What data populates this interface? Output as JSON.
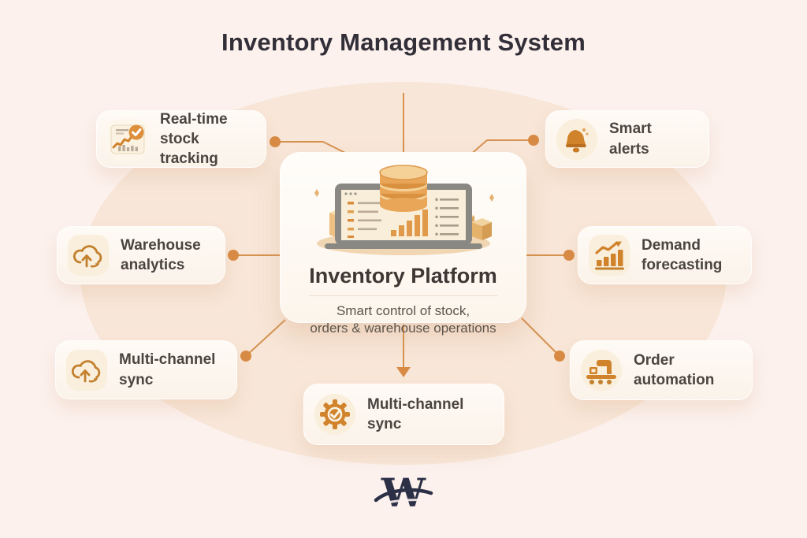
{
  "title": "Inventory Management System",
  "center": {
    "title": "Inventory Platform",
    "subtitle_line1": "Smart control of stock,",
    "subtitle_line2": "orders & warehouse operations",
    "illustration": "laptop-with-database-and-boxes"
  },
  "features": [
    {
      "id": "real-time-stock-tracking",
      "line1": "Real-time",
      "line2": "stock tracking",
      "icon": "line-chart-check-icon"
    },
    {
      "id": "smart-alerts",
      "line1": "Smart",
      "line2": "alerts",
      "icon": "bell-icon"
    },
    {
      "id": "warehouse-analytics",
      "line1": "Warehouse",
      "line2": "analytics",
      "icon": "cloud-upload-icon"
    },
    {
      "id": "demand-forecasting",
      "line1": "Demand",
      "line2": "forecasting",
      "icon": "bar-chart-arrow-icon"
    },
    {
      "id": "multi-channel-sync-left",
      "line1": "Multi-channel",
      "line2": "sync",
      "icon": "cloud-upload-icon"
    },
    {
      "id": "order-automation",
      "line1": "Order",
      "line2": "automation",
      "icon": "forklift-icon"
    },
    {
      "id": "multi-channel-sync-bottom",
      "line1": "Multi-channel sync",
      "line2": "",
      "icon": "gear-check-icon"
    }
  ],
  "logo": {
    "letter": "W"
  },
  "colors": {
    "background": "#fcf1ed",
    "halo": "#f8e6d8",
    "connector": "#d69250",
    "connector_dot": "#d88b44",
    "card_bg": "#fdf8f1",
    "title_text": "#322f39",
    "card_text": "#4b4540",
    "accent_orange": "#d1832c",
    "logo_navy": "#2c3046"
  }
}
